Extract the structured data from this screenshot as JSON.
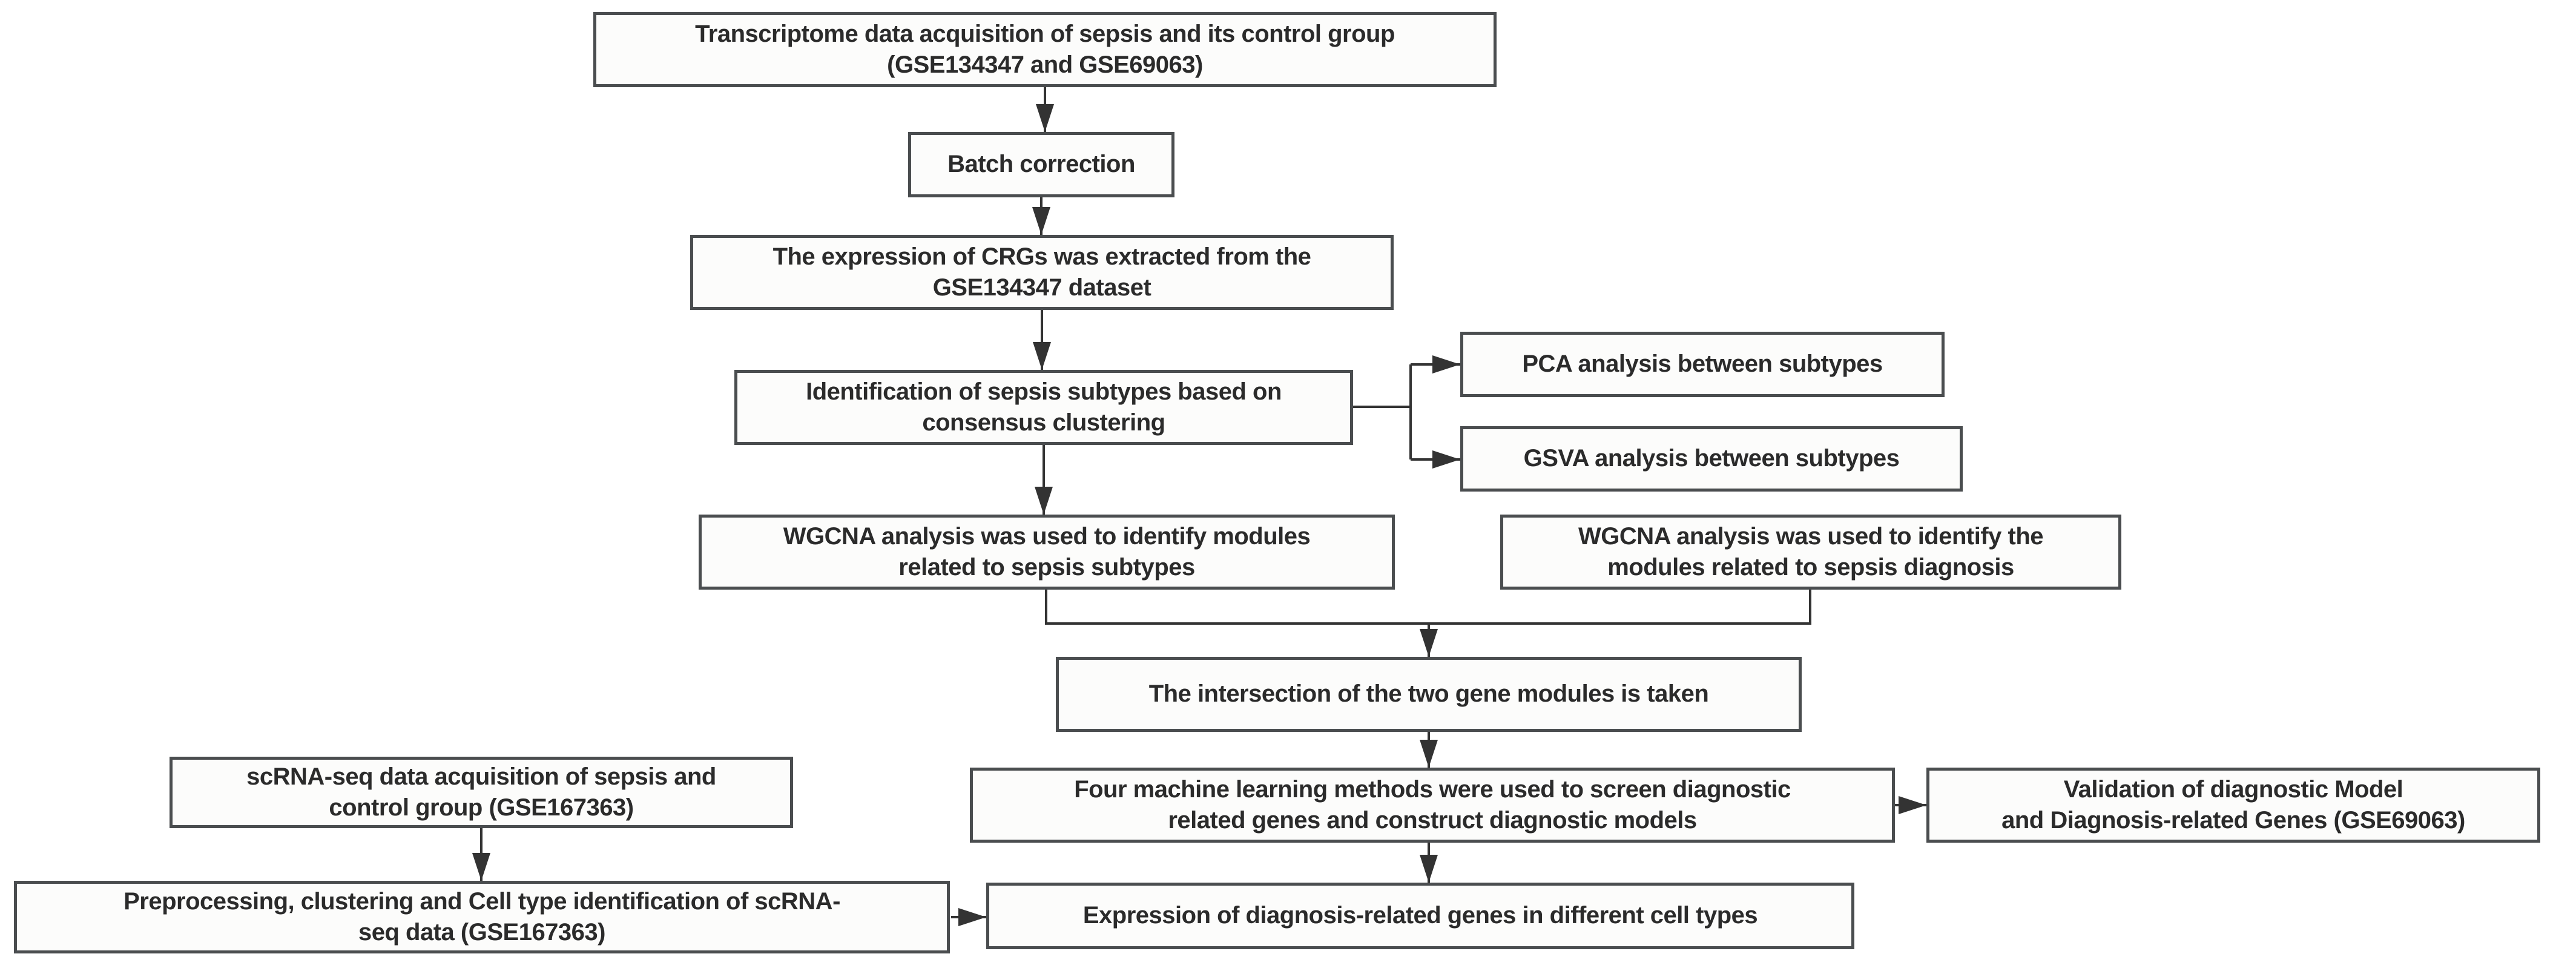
{
  "nodes": {
    "transcriptome": {
      "label": "Transcriptome data acquisition of sepsis and its control group\n(GSE134347 and GSE69063)"
    },
    "batch_correction": {
      "label": "Batch correction"
    },
    "crg_expression": {
      "label": "The expression of CRGs was extracted from the\nGSE134347 dataset"
    },
    "subtype_identification": {
      "label": "Identification of sepsis subtypes based on\nconsensus clustering"
    },
    "pca": {
      "label": "PCA analysis between subtypes"
    },
    "gsva": {
      "label": "GSVA analysis between subtypes"
    },
    "wgcna_subtypes": {
      "label": "WGCNA analysis was used to identify modules\nrelated to sepsis subtypes"
    },
    "wgcna_diagnosis": {
      "label": "WGCNA analysis was used to identify the\nmodules related to sepsis diagnosis"
    },
    "intersection": {
      "label": "The intersection of the two gene modules is taken"
    },
    "machine_learning": {
      "label": "Four machine learning methods were used to screen diagnostic\nrelated genes and construct diagnostic models"
    },
    "validation": {
      "label": "Validation of diagnostic Model\nand Diagnosis-related Genes (GSE69063)"
    },
    "scrna_acquisition": {
      "label": "scRNA-seq data acquisition of sepsis and\ncontrol group (GSE167363)"
    },
    "scrna_preprocessing": {
      "label": "Preprocessing, clustering and Cell type identification of scRNA-\nseq data (GSE167363)"
    },
    "expression_cell_types": {
      "label": "Expression of diagnosis-related genes in different cell types"
    }
  },
  "colors": {
    "background": "#ffffff",
    "box_fill": "#fcfcfb",
    "box_border": "#4a4d4f",
    "text": "#2b2b2b",
    "arrow": "#333333"
  }
}
